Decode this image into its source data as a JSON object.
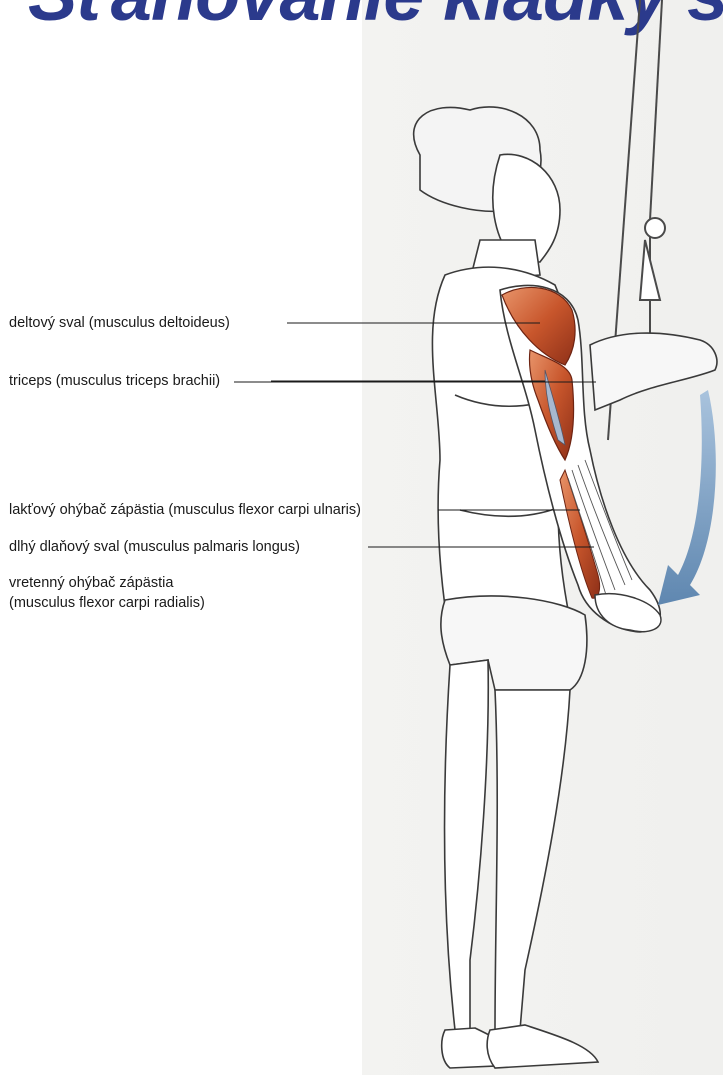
{
  "title": "Sťahovanie kladky so zdola",
  "labels": {
    "deltoid": "deltový sval (musculus deltoideus)",
    "triceps": "triceps (musculus triceps brachii)",
    "flexor_ulnaris": "lakťový ohýbač zápästia (musculus flexor carpi ulnaris)",
    "palmaris": "dlhý dlaňový sval (musculus palmaris longus)",
    "flexor_radialis_line1": "vretenný ohýbač zápästia",
    "flexor_radialis_line2": "(musculus flexor carpi radialis)"
  },
  "colors": {
    "title": "#2b3a8c",
    "muscle": "#c8562c",
    "arrow": "#7fa2c4",
    "outline": "#3a3a3a"
  }
}
